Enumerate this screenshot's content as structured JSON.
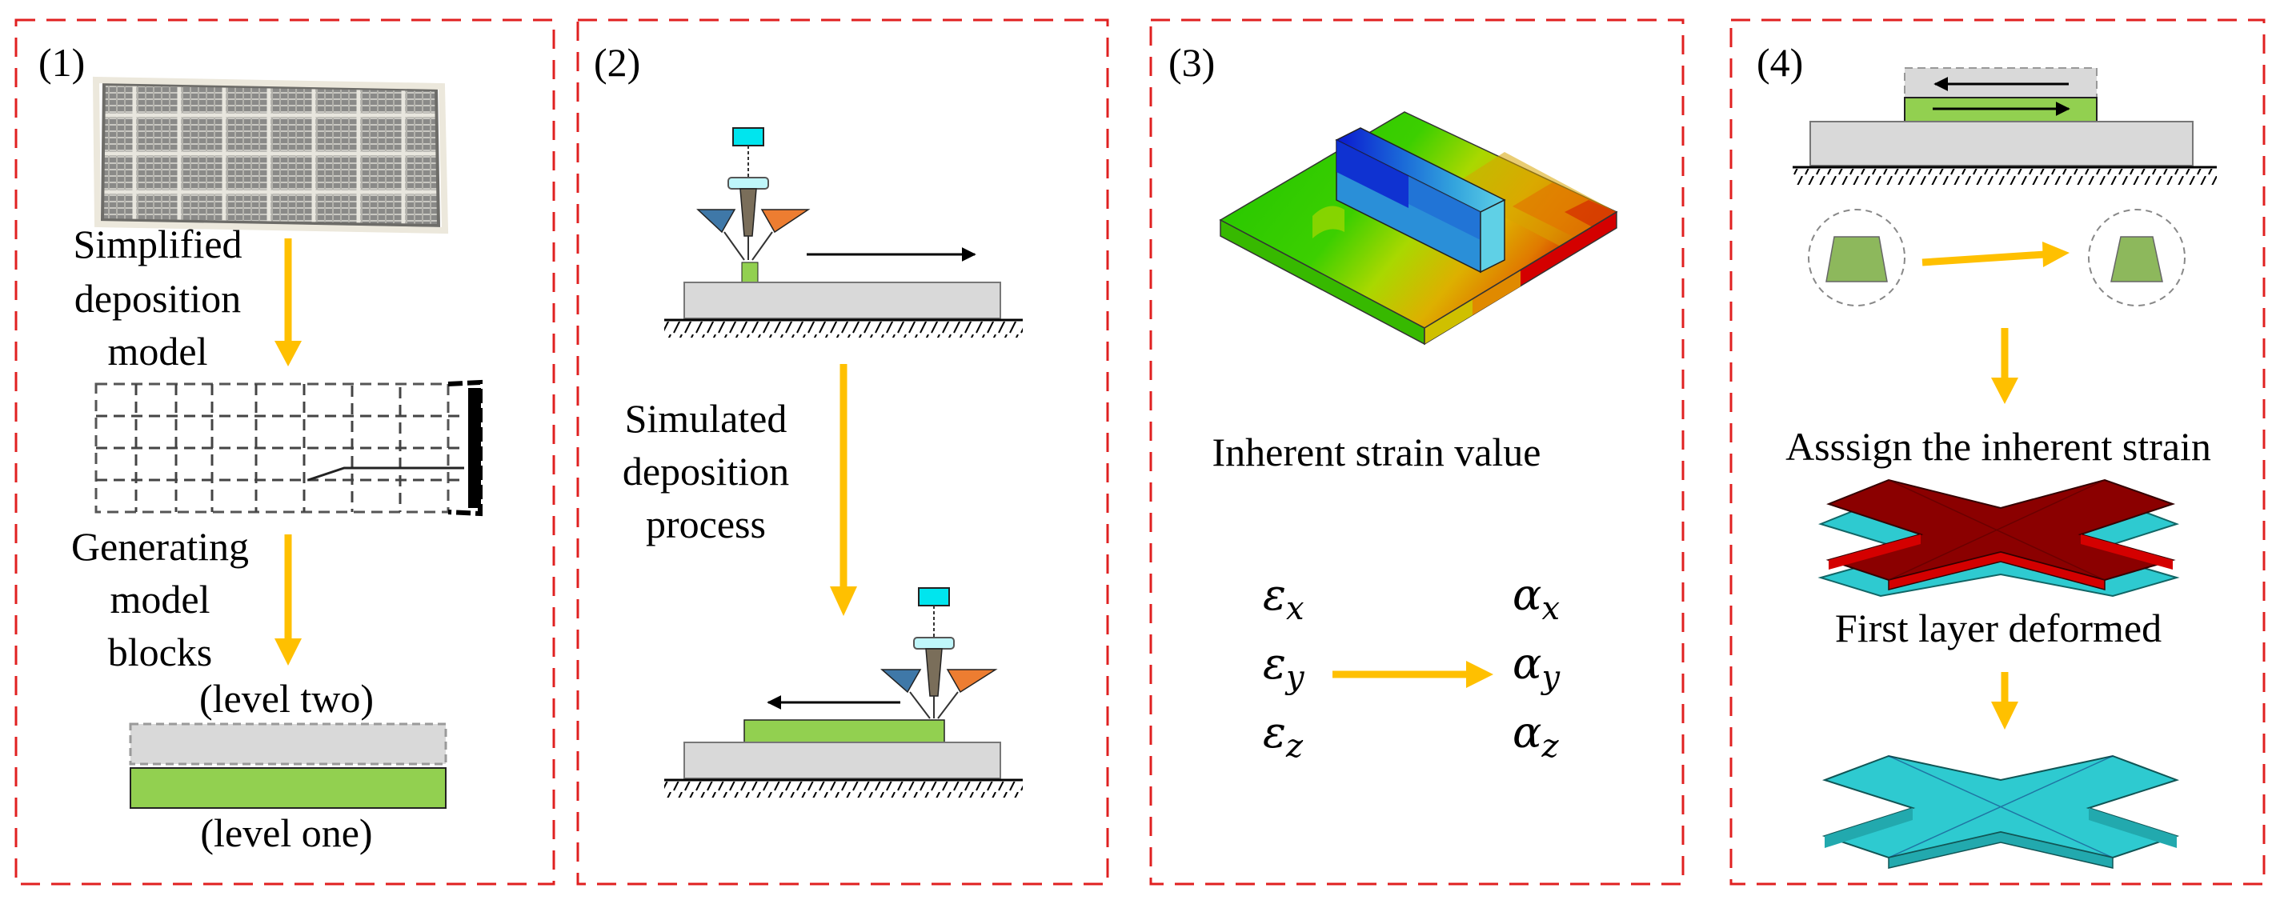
{
  "panels": [
    {
      "number": "(1)",
      "texts": {
        "simplified": [
          "Simplified",
          "deposition",
          "model"
        ],
        "generating": [
          "Generating",
          "model",
          "blocks"
        ],
        "level_two": "(level two)",
        "level_one": "(level one)"
      }
    },
    {
      "number": "(2)",
      "texts": {
        "process": [
          "Simulated",
          "deposition",
          "process"
        ]
      }
    },
    {
      "number": "(3)",
      "texts": {
        "caption": "Inherent strain value",
        "strain_symbols": [
          "ε",
          "ε",
          "ε"
        ],
        "alpha_symbols": [
          "α",
          "α",
          "α"
        ],
        "subscripts": [
          "x",
          "y",
          "z"
        ]
      }
    },
    {
      "number": "(4)",
      "texts": {
        "assign": "Asssign the inherent strain",
        "first_layer": "First layer deformed"
      }
    }
  ],
  "colors": {
    "border_dash": "#e02020",
    "arrow": "#ffc000",
    "green_layer": "#92d050",
    "gray_layer": "#d9d9d9",
    "nozzle_cyan": "#00e5ee",
    "nozzle_blue": "#3f78a8",
    "nozzle_orange": "#ed7d31",
    "part_dark_red": "#8b0000",
    "part_red": "#d40000",
    "part_cyan": "#2ecad0"
  }
}
